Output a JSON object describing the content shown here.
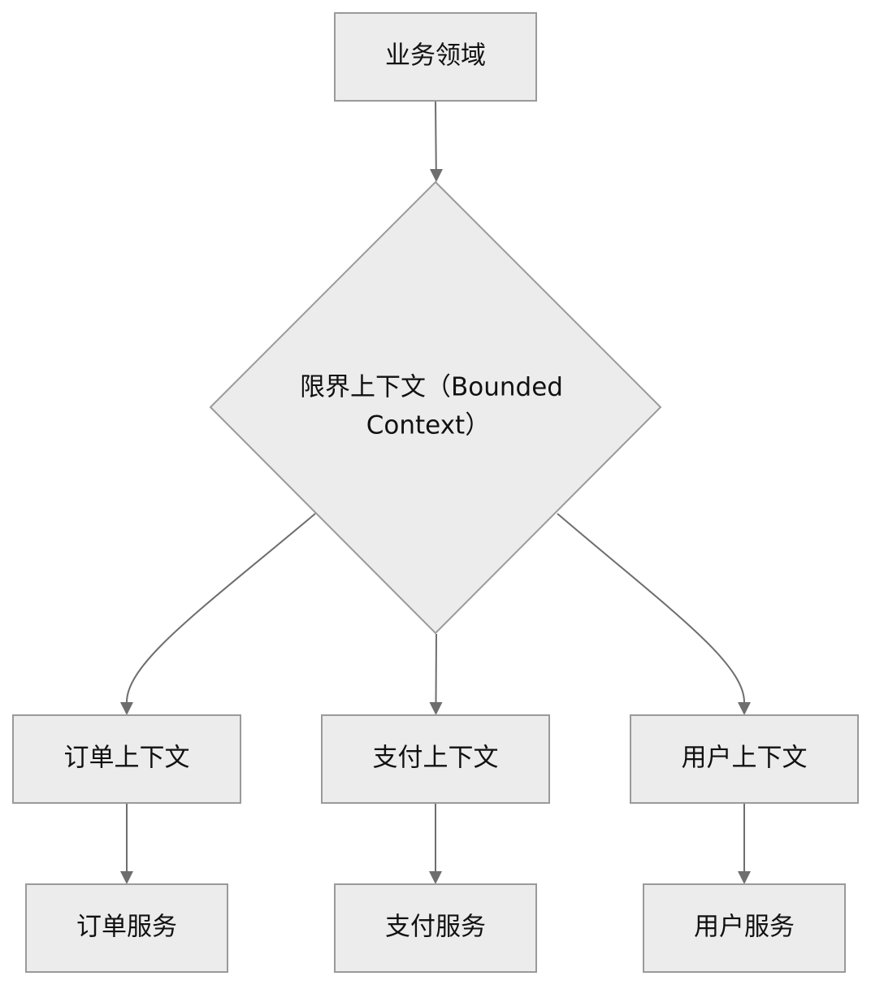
{
  "nodes": {
    "domain": {
      "label": "业务领域"
    },
    "bounded_context": {
      "line1": "限界上下文（Bounded",
      "line2": "Context）"
    },
    "order_context": {
      "label": "订单上下文"
    },
    "payment_context": {
      "label": "支付上下文"
    },
    "user_context": {
      "label": "用户上下文"
    },
    "order_service": {
      "label": "订单服务"
    },
    "payment_service": {
      "label": "支付服务"
    },
    "user_service": {
      "label": "用户服务"
    }
  },
  "colors": {
    "node_fill": "#ececec",
    "node_stroke": "#9a9a9a",
    "edge": "#6e6e6e",
    "text": "#111111"
  }
}
